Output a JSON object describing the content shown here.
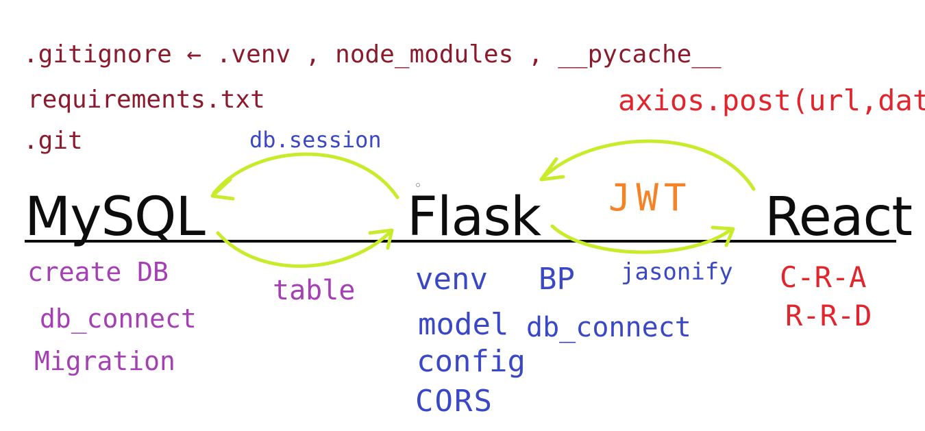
{
  "notes": {
    "gitignore": ".gitignore ← .venv , node_modules , __pycache__",
    "requirements": "requirements.txt",
    "git": ".git"
  },
  "nodes": {
    "mysql": "MySQL",
    "flask": "Flask",
    "react": "React"
  },
  "flows": {
    "db_session": "db.session",
    "table": "table",
    "axios": "axios.post(url,data)",
    "jwt": "JWT",
    "jasonify": "jasonify"
  },
  "mysql_notes": [
    "create DB",
    "db_connect",
    "Migration"
  ],
  "flask_notes": {
    "venv": "venv",
    "bp": "BP",
    "model": "model",
    "db_connect": "db_connect",
    "config": "config",
    "cors": "CORS"
  },
  "react_notes": [
    "C-R-A",
    "R-R-D"
  ],
  "colors": {
    "maroon": "#8b1a2c",
    "blue": "#3a48c6",
    "purple": "#a43fb4",
    "red": "#e0262c",
    "orange": "#f58225",
    "lime": "#c8ec2c",
    "black": "#0d0d0d"
  }
}
